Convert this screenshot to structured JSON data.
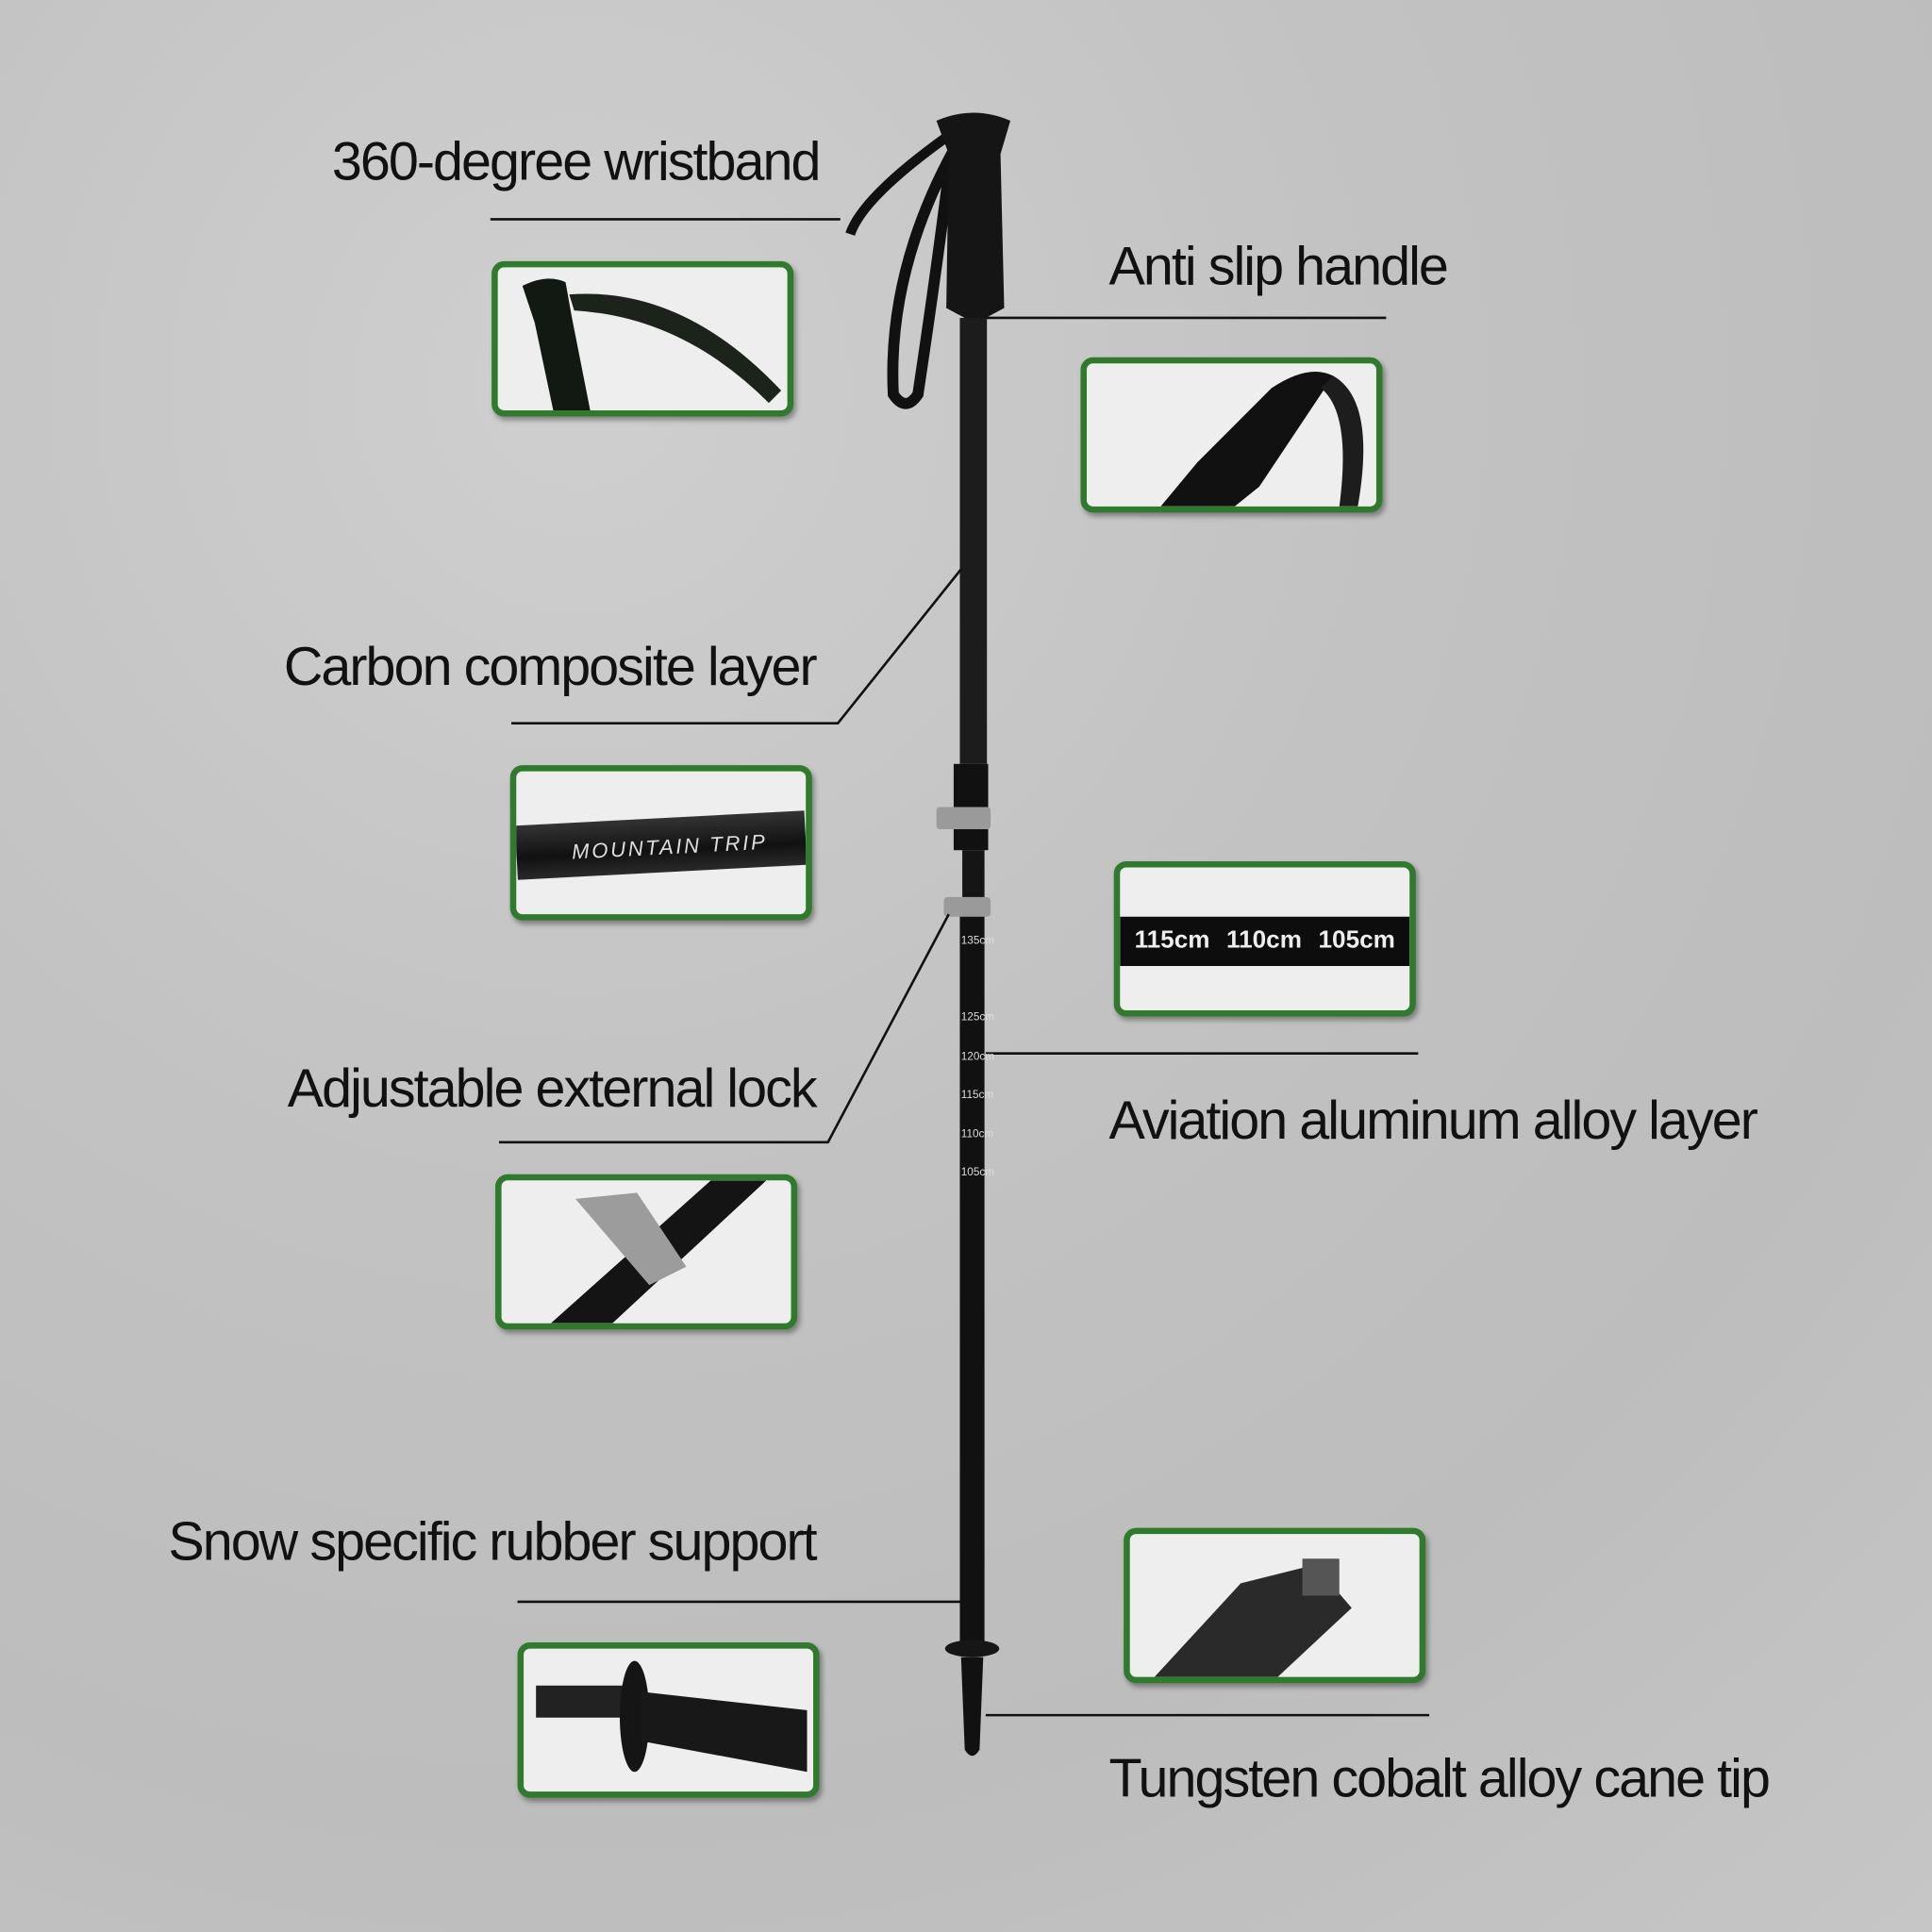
{
  "labels": {
    "wristband": "360-degree wristband",
    "handle": "Anti slip handle",
    "carbon": "Carbon composite layer",
    "aluminum": "Aviation aluminum alloy layer",
    "lock": "Adjustable external lock",
    "rubber": "Snow specific rubber support",
    "tip": "Tungsten cobalt alloy cane tip"
  },
  "carbon_box_brand": "MOUNTAIN TRIP",
  "aluminum_box_marks": [
    "115cm",
    "110cm",
    "105cm"
  ],
  "pole_scale": [
    "135cm",
    "125cm",
    "120cm",
    "115cm",
    "110cm",
    "105cm"
  ],
  "colors": {
    "frame": "#2f7a2c",
    "background": "#c4c4c4",
    "pole": "#111111"
  }
}
